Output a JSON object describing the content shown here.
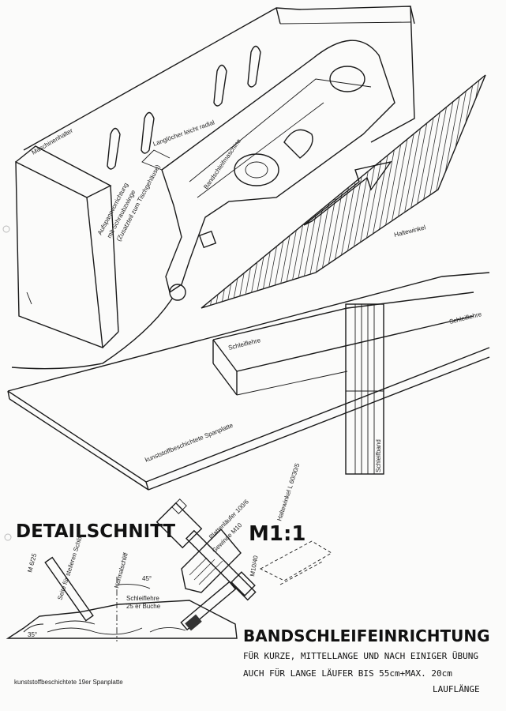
{
  "labels": {
    "maschinenhalter": "Maschinenhalter",
    "langloecher": "Langlöcher leicht radial",
    "aufspann_1": "Aufspannvorrichtung",
    "aufspann_2": "mit Schraubzwinge",
    "aufspann_3": "(Zusatzteil zum Tischgehäuse)",
    "bandschleifmaschine": "Bandschleifmaschine",
    "haltewinkel_top": "Haltewinkel",
    "schleiflehre_left": "Schleiflehre",
    "schleiflehre_right": "Schleiflehre",
    "spanplatte_top": "kunststoffbeschichtete Spanplatte",
    "schleifband": "Schleifband"
  },
  "detail": {
    "title": "DETAILSCHNITT",
    "scale": "M1:1",
    "plattenlaeufer": "Plattenläufer 100/6",
    "gewindestift": "Gewinde M10",
    "haltewinkel": "Haltewinkel L 60/30/5",
    "m10": "M10/40",
    "m6": "M 6/25",
    "seite": "Seite für steileren Schliff",
    "normalschliff": "Normalschliff",
    "angle45": "45°",
    "schleiflehre": "Schleiflehre",
    "schleiflehre_sub": "25 er Buche",
    "angle35": "35°",
    "spanplatte": "kunststoffbeschichtete 19er Spanplatte"
  },
  "footer": {
    "title": "BANDSCHLEIFEINRICHTUNG",
    "line1": "FÜR KURZE, MITTELLANGE UND NACH EINIGER ÜBUNG",
    "line2": "AUCH FÜR LANGE LÄUFER BIS 55cm+MAX. 20cm",
    "line3": "LAUFLÄNGE"
  }
}
